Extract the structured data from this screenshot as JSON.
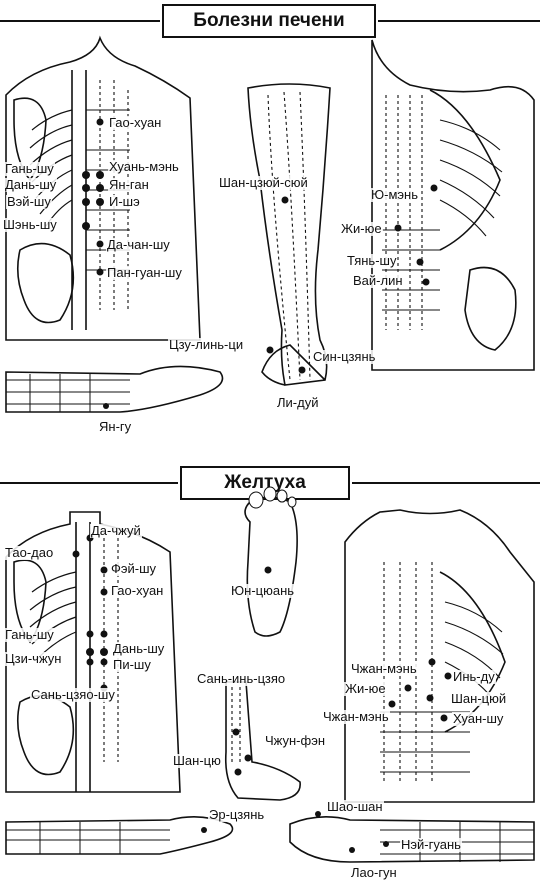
{
  "sections": [
    {
      "title": "Болезни печени",
      "points": {
        "gao_huan": "Гао-хуан",
        "gan_shu": "Гань-шу",
        "huan_men": "Хуань-мэнь",
        "dan_shu": "Дань-шу",
        "yan_gan": "Ян-ган",
        "vei_shu": "Вэй-шу",
        "i_she": "И-шэ",
        "shen_shu": "Шэнь-шу",
        "da_chan_shu": "Да-чан-шу",
        "pan_guan_shu": "Пан-гуан-шу",
        "shan_tszyui_syui": "Шан-цзюй-сюй",
        "yu_men": "Ю-мэнь",
        "zhi_yue": "Жи-юе",
        "tyan_shu": "Тянь-шу",
        "vai_lin": "Вай-лин",
        "tszu_lin_tsi": "Цзу-линь-ци",
        "sin_tszyan": "Син-цзянь",
        "li_dui": "Ли-дуй",
        "yan_gu": "Ян-гу"
      }
    },
    {
      "title": "Желтуха",
      "points": {
        "da_chzhui": "Да-чжуй",
        "tao_dao": "Тао-дао",
        "fei_shu": "Фэй-шу",
        "gao_huan": "Гао-хуан",
        "yun_tsyuan": "Юн-цюань",
        "gan_shu": "Гань-шу",
        "dan_shu": "Дань-шу",
        "tszi_chzhun": "Цзи-чжун",
        "pi_shu": "Пи-шу",
        "san_tszyao_shu": "Сань-цзяо-шу",
        "san_in_tszyao": "Сань-инь-цзяо",
        "chzhun_fen": "Чжун-фэн",
        "shan_tsyu": "Шан-цю",
        "chzhan_men": "Чжан-мэнь",
        "in_du": "Инь-ду",
        "zhi_yue": "Жи-юе",
        "shan_tsyui": "Шан-цюй",
        "chzhan_men_point": "Чжан-мэнь",
        "huan_shu": "Хуан-шу",
        "er_tszyan": "Эр-цзянь",
        "shao_shan": "Шао-шан",
        "nei_guan": "Нэй-гуань",
        "lao_gun": "Лао-гун"
      }
    }
  ]
}
